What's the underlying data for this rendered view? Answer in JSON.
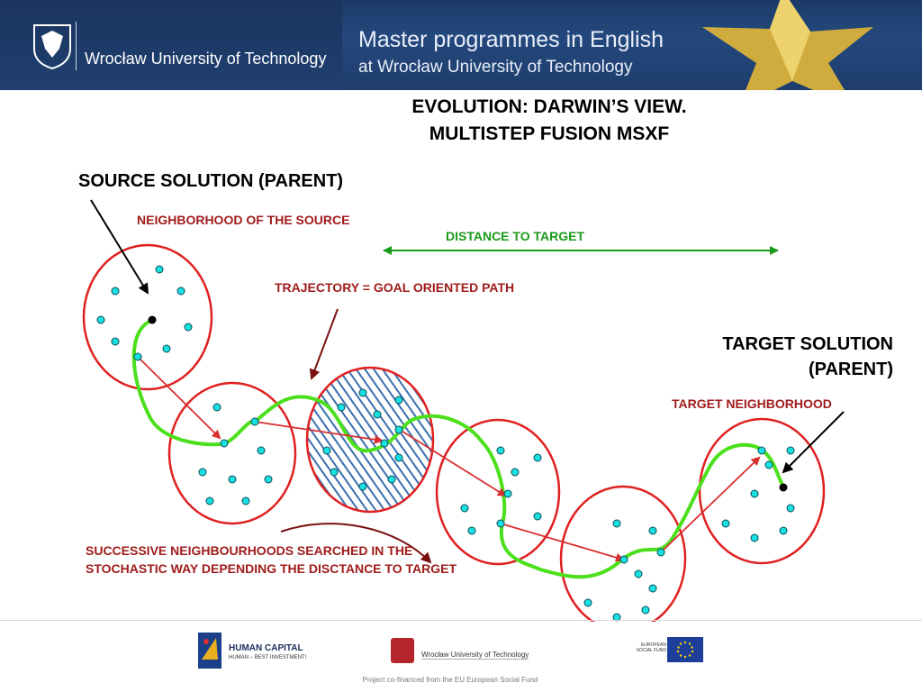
{
  "header": {
    "university_name": "Wrocław University of Technology",
    "programme_title": "Master programmes in English",
    "programme_subtitle": "at Wrocław University of Technology",
    "colors": {
      "header_bg": "#1f3f70",
      "star": "#d9b23a"
    }
  },
  "slide": {
    "title_line1": "EVOLUTION: DARWIN’S VIEW.",
    "title_line2": "MULTISTEP FUSION MSXF"
  },
  "diagram": {
    "source_solution": "SOURCE SOLUTION (PARENT)",
    "neighborhood_of_source": "NEIGHBORHOOD OF THE SOURCE",
    "distance_to_target": "DISTANCE TO TARGET",
    "trajectory": "TRAJECTORY = GOAL ORIENTED PATH",
    "target_solution": "TARGET SOLUTION (PARENT)",
    "target_neighborhood": "TARGET NEIGHBORHOOD",
    "successive_neighbourhoods": "SUCCESSIVE NEIGHBOURHOODS SEARCHED IN THE STOCHASTIC WAY DEPENDING THE DISCTANCE TO TARGET",
    "colors": {
      "circle": "#e02020",
      "path": "#4ce01c",
      "dot": "#19e0e0",
      "arrow_red": "#d83030",
      "arrow_dark": "#7a1010",
      "hatch": "#3a6fb0"
    }
  },
  "footer": {
    "human_capital": "HUMAN CAPITAL",
    "human_capital_sub": "HUMAN – BEST INVESTMENT!",
    "wut_name": "Wrocław University of Technology",
    "esf": "EUROPEAN SOCIAL FUND",
    "cofinanced": "Project co-financed from the EU European Social Fund"
  }
}
